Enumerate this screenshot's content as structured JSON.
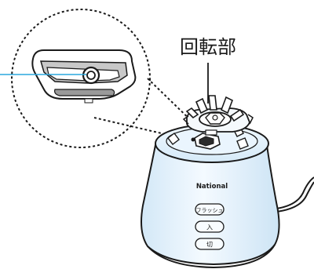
{
  "callout": {
    "label": "回転部"
  },
  "device": {
    "brand": "National",
    "buttons": {
      "flash": "フラッシュ",
      "on": "入",
      "off": "切"
    }
  },
  "colors": {
    "pointer_line": "#2aa7dd",
    "body_fill": "#e3f1fb",
    "outline": "#1a1a1a"
  }
}
